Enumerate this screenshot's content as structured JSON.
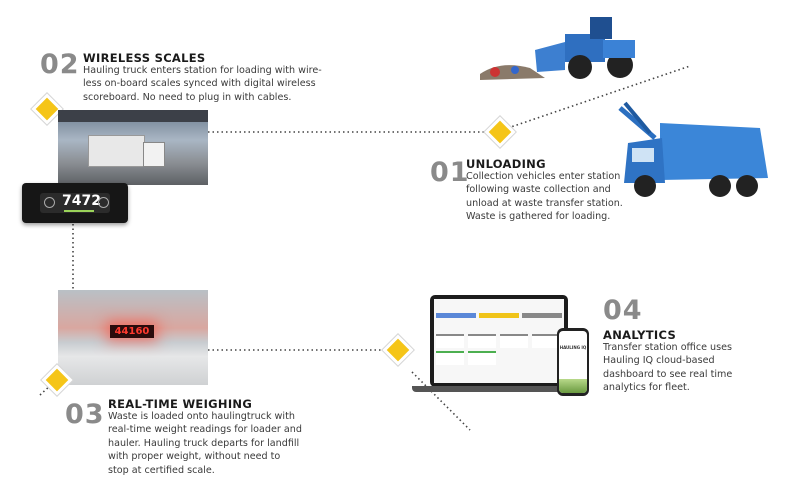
{
  "steps": [
    {
      "number": "02",
      "title": "WIRELESS SCALES",
      "body": "Hauling truck enters station for loading with wire-\nless on-board scales synced with digital wireless\nscoreboard. No need to plug in with cables."
    },
    {
      "number": "01",
      "title": "UNLOADING",
      "body": "Collection vehicles enter station\nfollowing waste collection and\nunload at waste transfer station.\nWaste is gathered for loading."
    },
    {
      "number": "03",
      "title": "REAL-TIME WEIGHING",
      "body": "Waste is loaded onto haulingtruck with\nreal-time weight readings for loader and\nhauler. Hauling truck departs for landfill\nwith proper weight, without need to\nstop at certified scale."
    },
    {
      "number": "04",
      "title": "ANALYTICS",
      "body": "Transfer station office uses\nHauling IQ cloud-based\ndashboard to see real time\nanalytics for fleet."
    }
  ],
  "scoreboard": {
    "reading": "7472"
  },
  "led_display": {
    "reading": "44160"
  },
  "phone": {
    "brand": "HAULING IQ"
  },
  "colors": {
    "accent": "#f5c518",
    "truck_blue": "#2a78c8"
  }
}
